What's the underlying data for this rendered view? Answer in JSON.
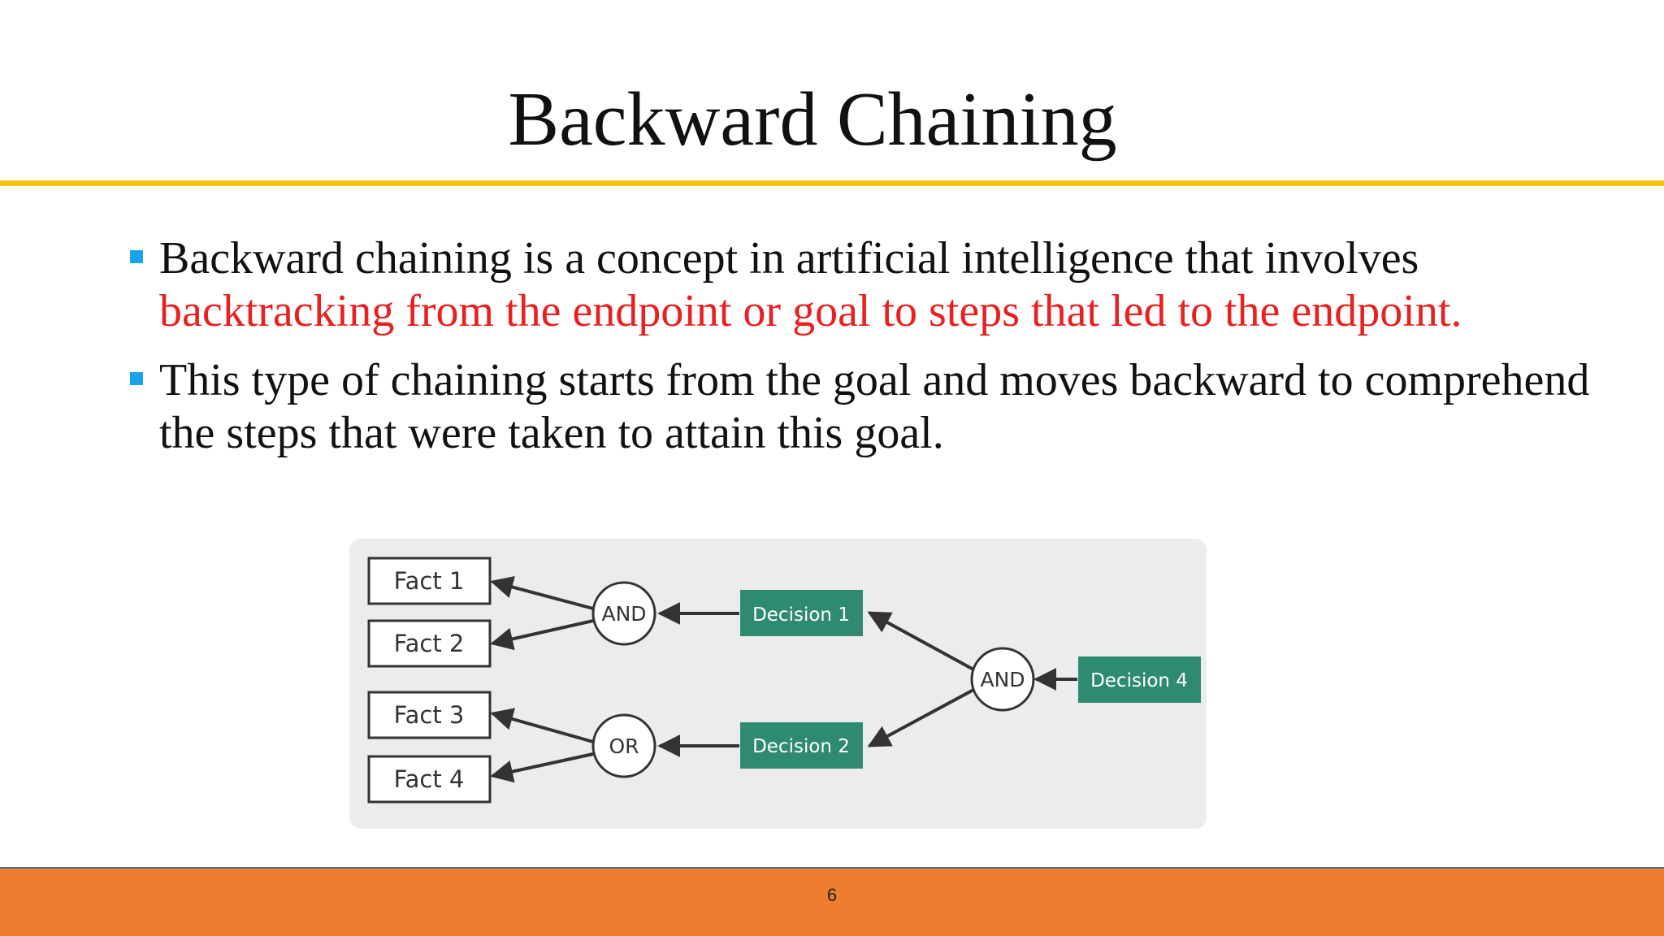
{
  "slide": {
    "title": "Backward Chaining",
    "bullets": [
      {
        "black": "Backward chaining is a concept in artificial intelligence that involves",
        "red": "backtracking from the endpoint or goal to steps that led to the endpoint."
      },
      {
        "black": "This type of chaining starts from the goal and moves backward to comprehend the steps that were taken to attain this goal.",
        "red": ""
      }
    ],
    "page_number": "6"
  },
  "diagram": {
    "facts": [
      "Fact 1",
      "Fact 2",
      "Fact 3",
      "Fact 4"
    ],
    "gates": {
      "and_top": "AND",
      "or_bottom": "OR",
      "and_right": "AND"
    },
    "decisions": [
      "Decision 1",
      "Decision 2",
      "Decision 4"
    ]
  },
  "colors": {
    "accent_rule": "#f5c518",
    "bullet_marker": "#1aa3e8",
    "highlight_text": "#e8201f",
    "decision_fill": "#2e8b6f",
    "footer_bar": "#ee7d31",
    "diagram_bg": "#ececec"
  }
}
